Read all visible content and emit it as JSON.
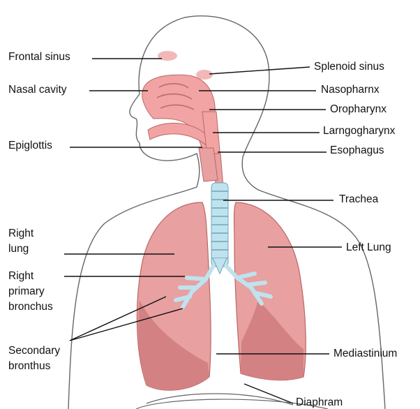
{
  "labels": {
    "frontal_sinus": "Frontal sinus",
    "nasal_cavity": "Nasal cavity",
    "epiglottis": "Epiglottis",
    "right_lung_line1": "Right",
    "right_lung_line2": "lung",
    "right_bronchus_line1": "Right",
    "right_bronchus_line2": "primary",
    "right_bronchus_line3": "bronchus",
    "secondary_line1": "Secondary",
    "secondary_line2": "bronthus",
    "splenoid_sinus": "Splenoid sinus",
    "nasopharynx": "Nasopharnx",
    "oropharynx": "Oropharynx",
    "laryngopharynx": "Larngogharynx",
    "esophagus": "Esophagus",
    "trachea": "Trachea",
    "left_lung": "Left Lung",
    "mediastinum": "Mediastinium",
    "diaphragm": "Diaphram"
  },
  "colors": {
    "lung_fill": "#e8a0a0",
    "lung_shadow": "#c86e70",
    "airway_pink": "#f2a3a3",
    "trachea_blue": "#bfe3ee",
    "outline": "#555555"
  }
}
